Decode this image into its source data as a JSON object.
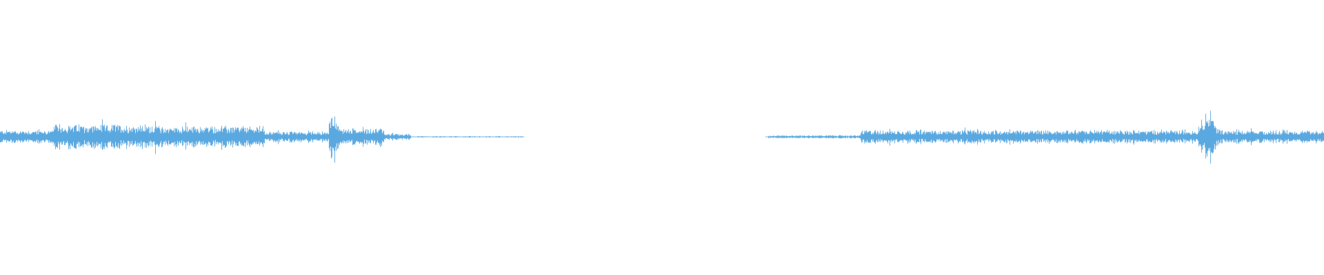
{
  "waveform": {
    "color": "#5aa8e0",
    "amplitude_profile": [
      {
        "start_fraction": 0.0,
        "end_fraction": 0.04,
        "level": 0.22
      },
      {
        "start_fraction": 0.04,
        "end_fraction": 0.12,
        "level": 0.4
      },
      {
        "start_fraction": 0.12,
        "end_fraction": 0.2,
        "level": 0.34
      },
      {
        "start_fraction": 0.2,
        "end_fraction": 0.248,
        "level": 0.18
      },
      {
        "start_fraction": 0.248,
        "end_fraction": 0.258,
        "level": 0.9
      },
      {
        "start_fraction": 0.258,
        "end_fraction": 0.29,
        "level": 0.28
      },
      {
        "start_fraction": 0.29,
        "end_fraction": 0.31,
        "level": 0.1
      },
      {
        "start_fraction": 0.31,
        "end_fraction": 0.395,
        "level": 0.02
      },
      {
        "start_fraction": 0.395,
        "end_fraction": 0.58,
        "level": 0.0
      },
      {
        "start_fraction": 0.58,
        "end_fraction": 0.65,
        "level": 0.05
      },
      {
        "start_fraction": 0.65,
        "end_fraction": 0.905,
        "level": 0.22
      },
      {
        "start_fraction": 0.905,
        "end_fraction": 0.925,
        "level": 0.8
      },
      {
        "start_fraction": 0.925,
        "end_fraction": 1.0,
        "level": 0.2
      }
    ]
  }
}
